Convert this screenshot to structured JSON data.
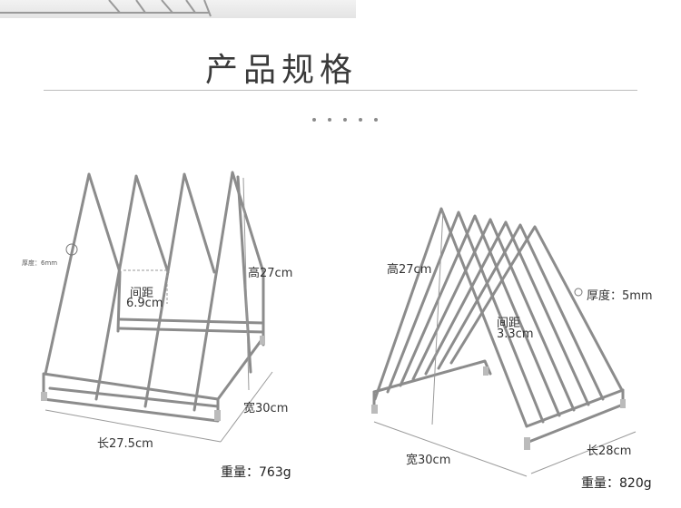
{
  "heading": "产品规格",
  "left_product": {
    "thickness_label": "厚度：6mm",
    "spacing_label_1": "间距",
    "spacing_label_2": "6.9cm",
    "height_label": "高27cm",
    "width_label": "宽30cm",
    "length_label": "长27.5cm",
    "weight_label": "重量：763g"
  },
  "right_product": {
    "height_label": "高27cm",
    "thickness_label": "厚度：5mm",
    "spacing_label_1": "间距",
    "spacing_label_2": "3.3cm",
    "width_label": "宽30cm",
    "length_label": "长28cm",
    "weight_label": "重量：820g"
  },
  "colors": {
    "metal": "#8c8c8c",
    "dimension_line": "#9a9a9a"
  }
}
